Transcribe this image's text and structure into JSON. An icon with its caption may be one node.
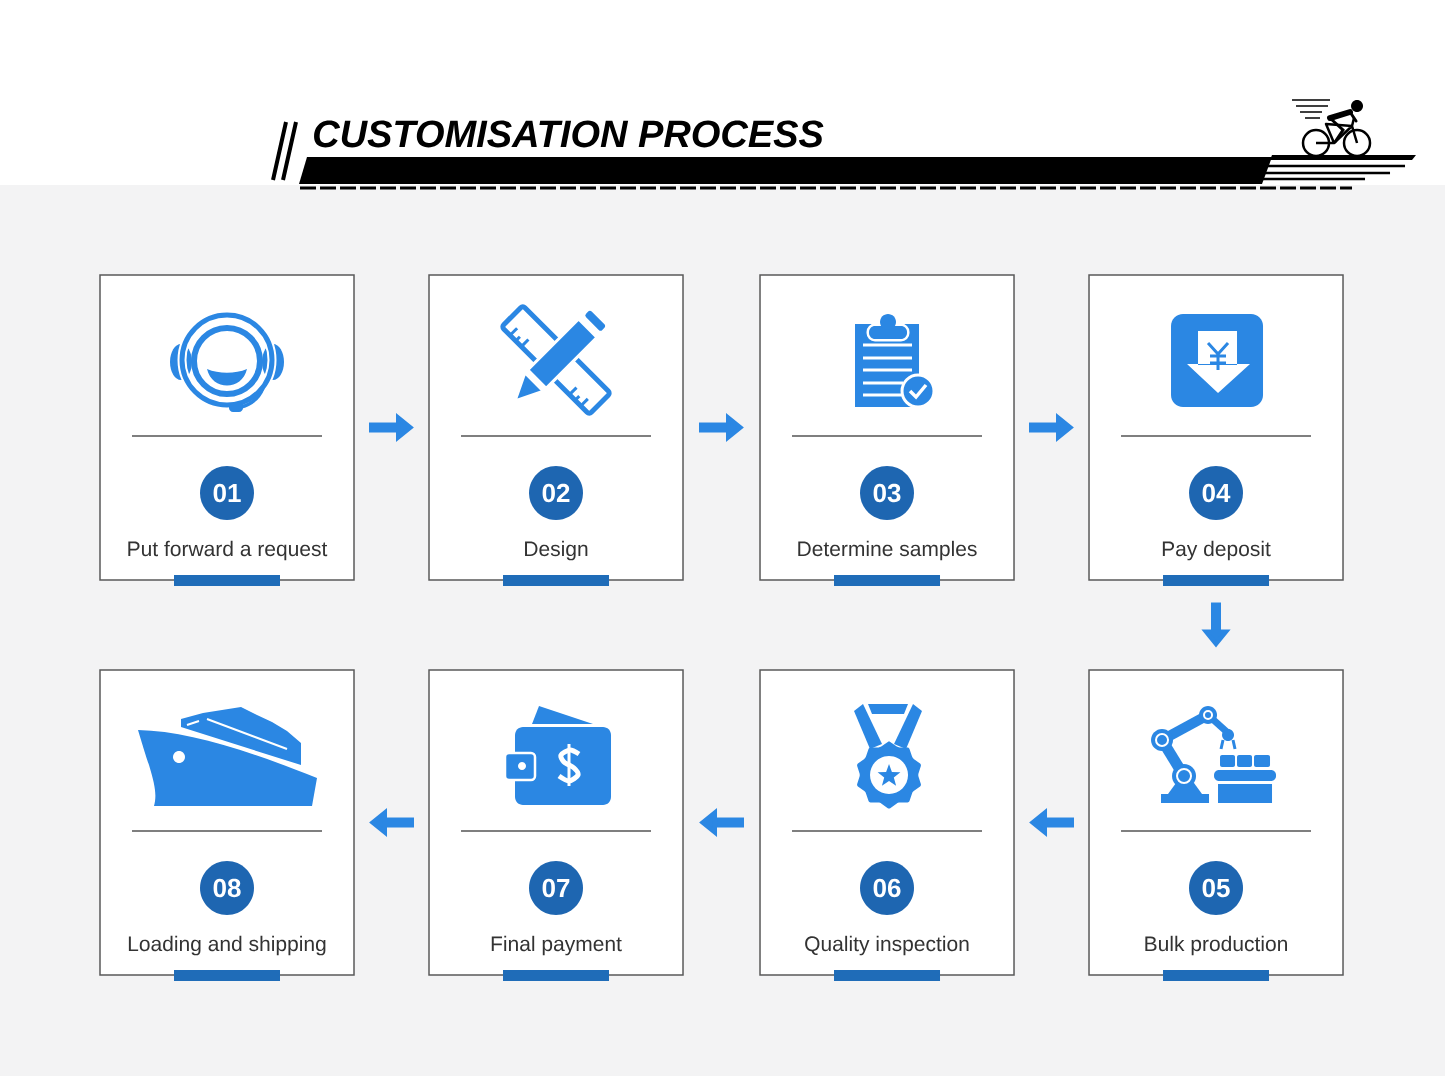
{
  "diagram": {
    "title": "CUSTOMISATION PROCESS",
    "nodes": [
      {
        "text": [
          "Put forward a request"
        ]
      },
      {
        "text": [
          "01"
        ],
        "in": 0
      },
      {
        "text": [
          "Design"
        ]
      },
      {
        "text": [
          "02"
        ],
        "in": 2
      },
      {
        "text": [
          "Determine samples"
        ]
      },
      {
        "text": [
          "03"
        ],
        "in": 4
      },
      {
        "text": [
          "Pay deposit"
        ]
      },
      {
        "text": [
          "04"
        ],
        "in": 6
      },
      {
        "text": [
          "Bulk production"
        ]
      },
      {
        "text": [
          "05"
        ],
        "in": 8
      },
      {
        "text": [
          "Quality inspection"
        ]
      },
      {
        "text": [
          "06"
        ],
        "in": 10
      },
      {
        "text": [
          "Final payment"
        ]
      },
      {
        "text": [
          "07"
        ],
        "in": 12
      },
      {
        "text": [
          "Loading and shipping"
        ]
      },
      {
        "text": [
          "08"
        ],
        "in": 14
      }
    ],
    "edges": [
      {
        "from": 0,
        "to": 2,
        "arrow": "to"
      },
      {
        "from": 2,
        "to": 4,
        "arrow": "to"
      },
      {
        "from": 4,
        "to": 6,
        "arrow": "to"
      },
      {
        "from": 6,
        "to": 8,
        "arrow": "to"
      },
      {
        "from": 8,
        "to": 10,
        "arrow": "to"
      },
      {
        "from": 10,
        "to": 12,
        "arrow": "to"
      },
      {
        "from": 12,
        "to": 14,
        "arrow": "to"
      }
    ]
  }
}
